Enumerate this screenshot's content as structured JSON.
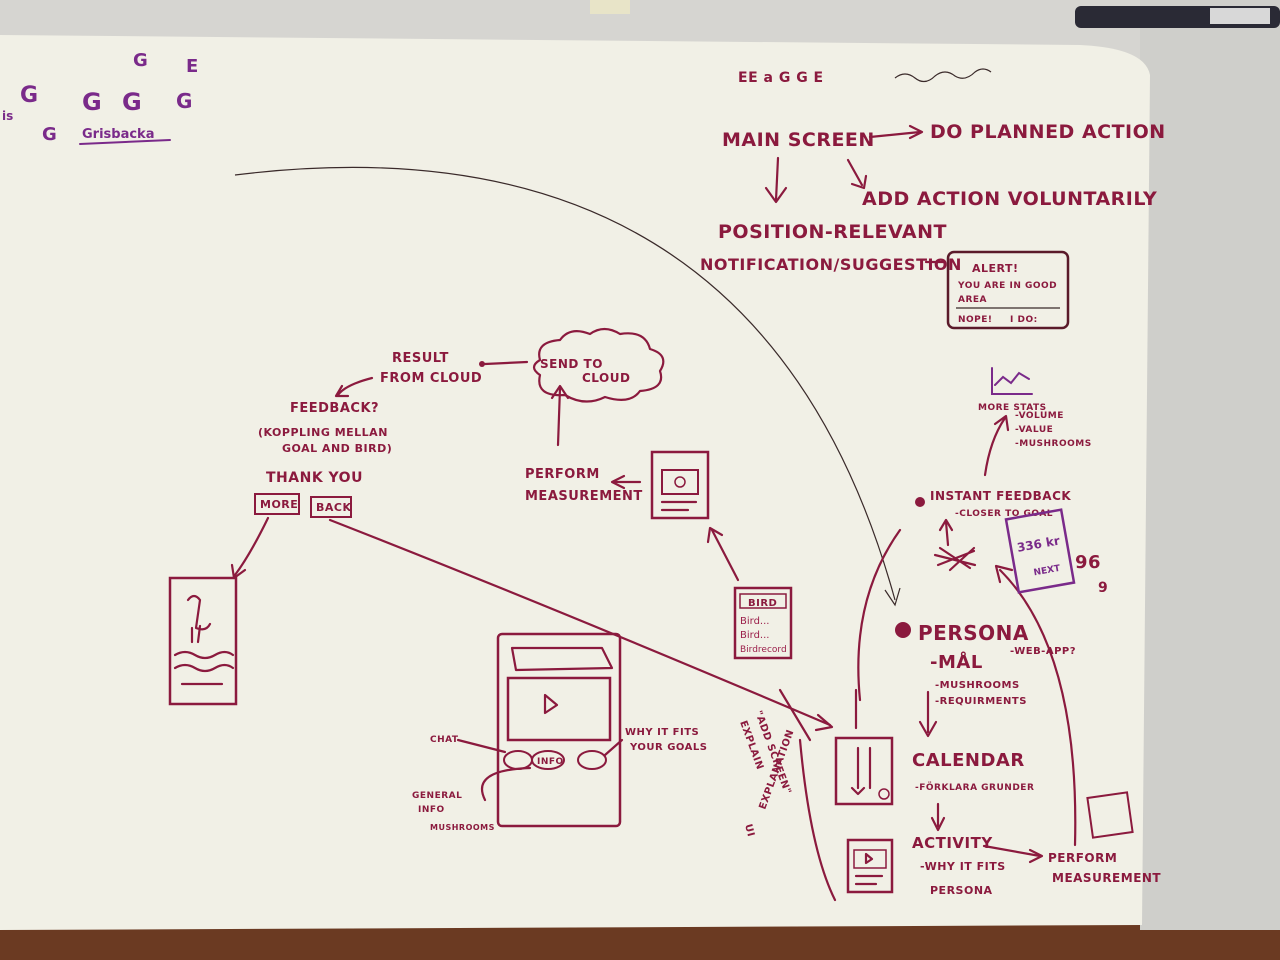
{
  "colors": {
    "ink": "#8b1a3e",
    "purple": "#7a2a8a",
    "paper": "#f1f0e6",
    "wall": "#d9d8d4"
  },
  "top_left": {
    "letters_row1": [
      "G",
      "E"
    ],
    "letters_row2": [
      "G",
      "G",
      "G",
      "G"
    ],
    "letters_row3": [
      "G",
      "Grisbacka"
    ],
    "edge": "is"
  },
  "top_right_note": {
    "text": "EE a   G G E"
  },
  "flow_top": {
    "main_screen": "MAIN SCREEN",
    "do_planned": "DO PLANNED ACTION",
    "add_voluntarily": "ADD ACTION VOLUNTARILY",
    "position_relevant": "POSITION-RELEVANT",
    "notification": "NOTIFICATION/SUGGESTION"
  },
  "alert_box": {
    "title": "ALERT!",
    "line1": "YOU ARE IN GOOD",
    "line2": "AREA",
    "btn_no": "NOPE!",
    "btn_yes": "I DO:"
  },
  "cloud_flow": {
    "send": "SEND TO",
    "cloud": "CLOUD",
    "result1": "RESULT",
    "result2": "FROM CLOUD",
    "feedback": "FEEDBACK?",
    "koppling1": "(KOPPLING MELLAN",
    "koppling2": "GOAL AND BIRD)",
    "thank_you": "THANK YOU",
    "more": "MORE",
    "back": "BACK"
  },
  "perform_measure": {
    "line1": "PERFORM",
    "line2": "MEASUREMENT"
  },
  "bird_list": {
    "items": [
      "BIRD",
      "Bird...",
      "Bird...",
      "Birdrecord"
    ]
  },
  "phone_labels": {
    "chat": "CHAT",
    "info1": "GENERAL",
    "info2": "INFO",
    "info3": "MUSHROOMS",
    "why1": "WHY IT FITS",
    "why2": "YOUR GOALS",
    "explain1": "EXPLAIN",
    "explain2": "\"ADD SCREEN\"",
    "ui1": "UI",
    "ui2": "EXPLANATION",
    "info_btn": "INFO"
  },
  "persona_flow": {
    "persona": "PERSONA",
    "webapp": "-WEB-APP?",
    "mal": "-MÅL",
    "mushrooms": "-MUSHROOMS",
    "requirements": "-REQUIRMENTS",
    "calendar": "CALENDAR",
    "forklara": "-FÖRKLARA GRUNDER",
    "activity": "ACTIVITY",
    "why_fits": "-WHY IT FITS",
    "persona2": "PERSONA",
    "perform": "PERFORM",
    "measurement": "MEASUREMENT"
  },
  "stats": {
    "instant": "INSTANT FEEDBACK",
    "closer": "-CLOSER TO GOAL",
    "more_stats": "MORE STATS",
    "volume": "-VOLUME",
    "value": "-VALUE",
    "mushrooms": "-MUSHROOMS",
    "card_text": "336 kr",
    "card_sub": "NEXT",
    "digits": "96",
    "digit2": "9"
  }
}
